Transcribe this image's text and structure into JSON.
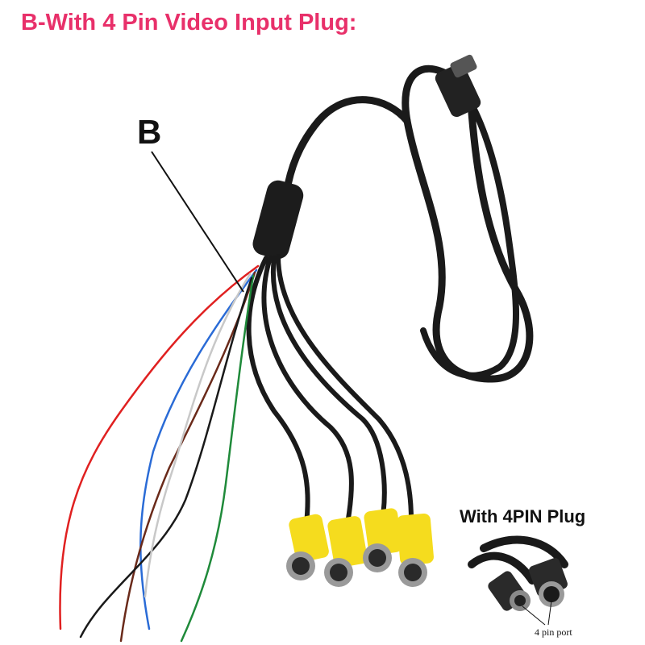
{
  "title": "B-With 4 Pin Video Input Plug:",
  "callout_label": "B",
  "inset": {
    "caption": "With 4PIN Plug",
    "port_label": "4 pin port"
  },
  "photo": {
    "cable_color": "#1a1a1a",
    "connector_color": "#f5dc1e",
    "wire_colors": [
      "#e02020",
      "#2a6bd6",
      "#6a2a1a",
      "#1f8a3a",
      "#1a1a1a",
      "#c8c8c8"
    ]
  }
}
